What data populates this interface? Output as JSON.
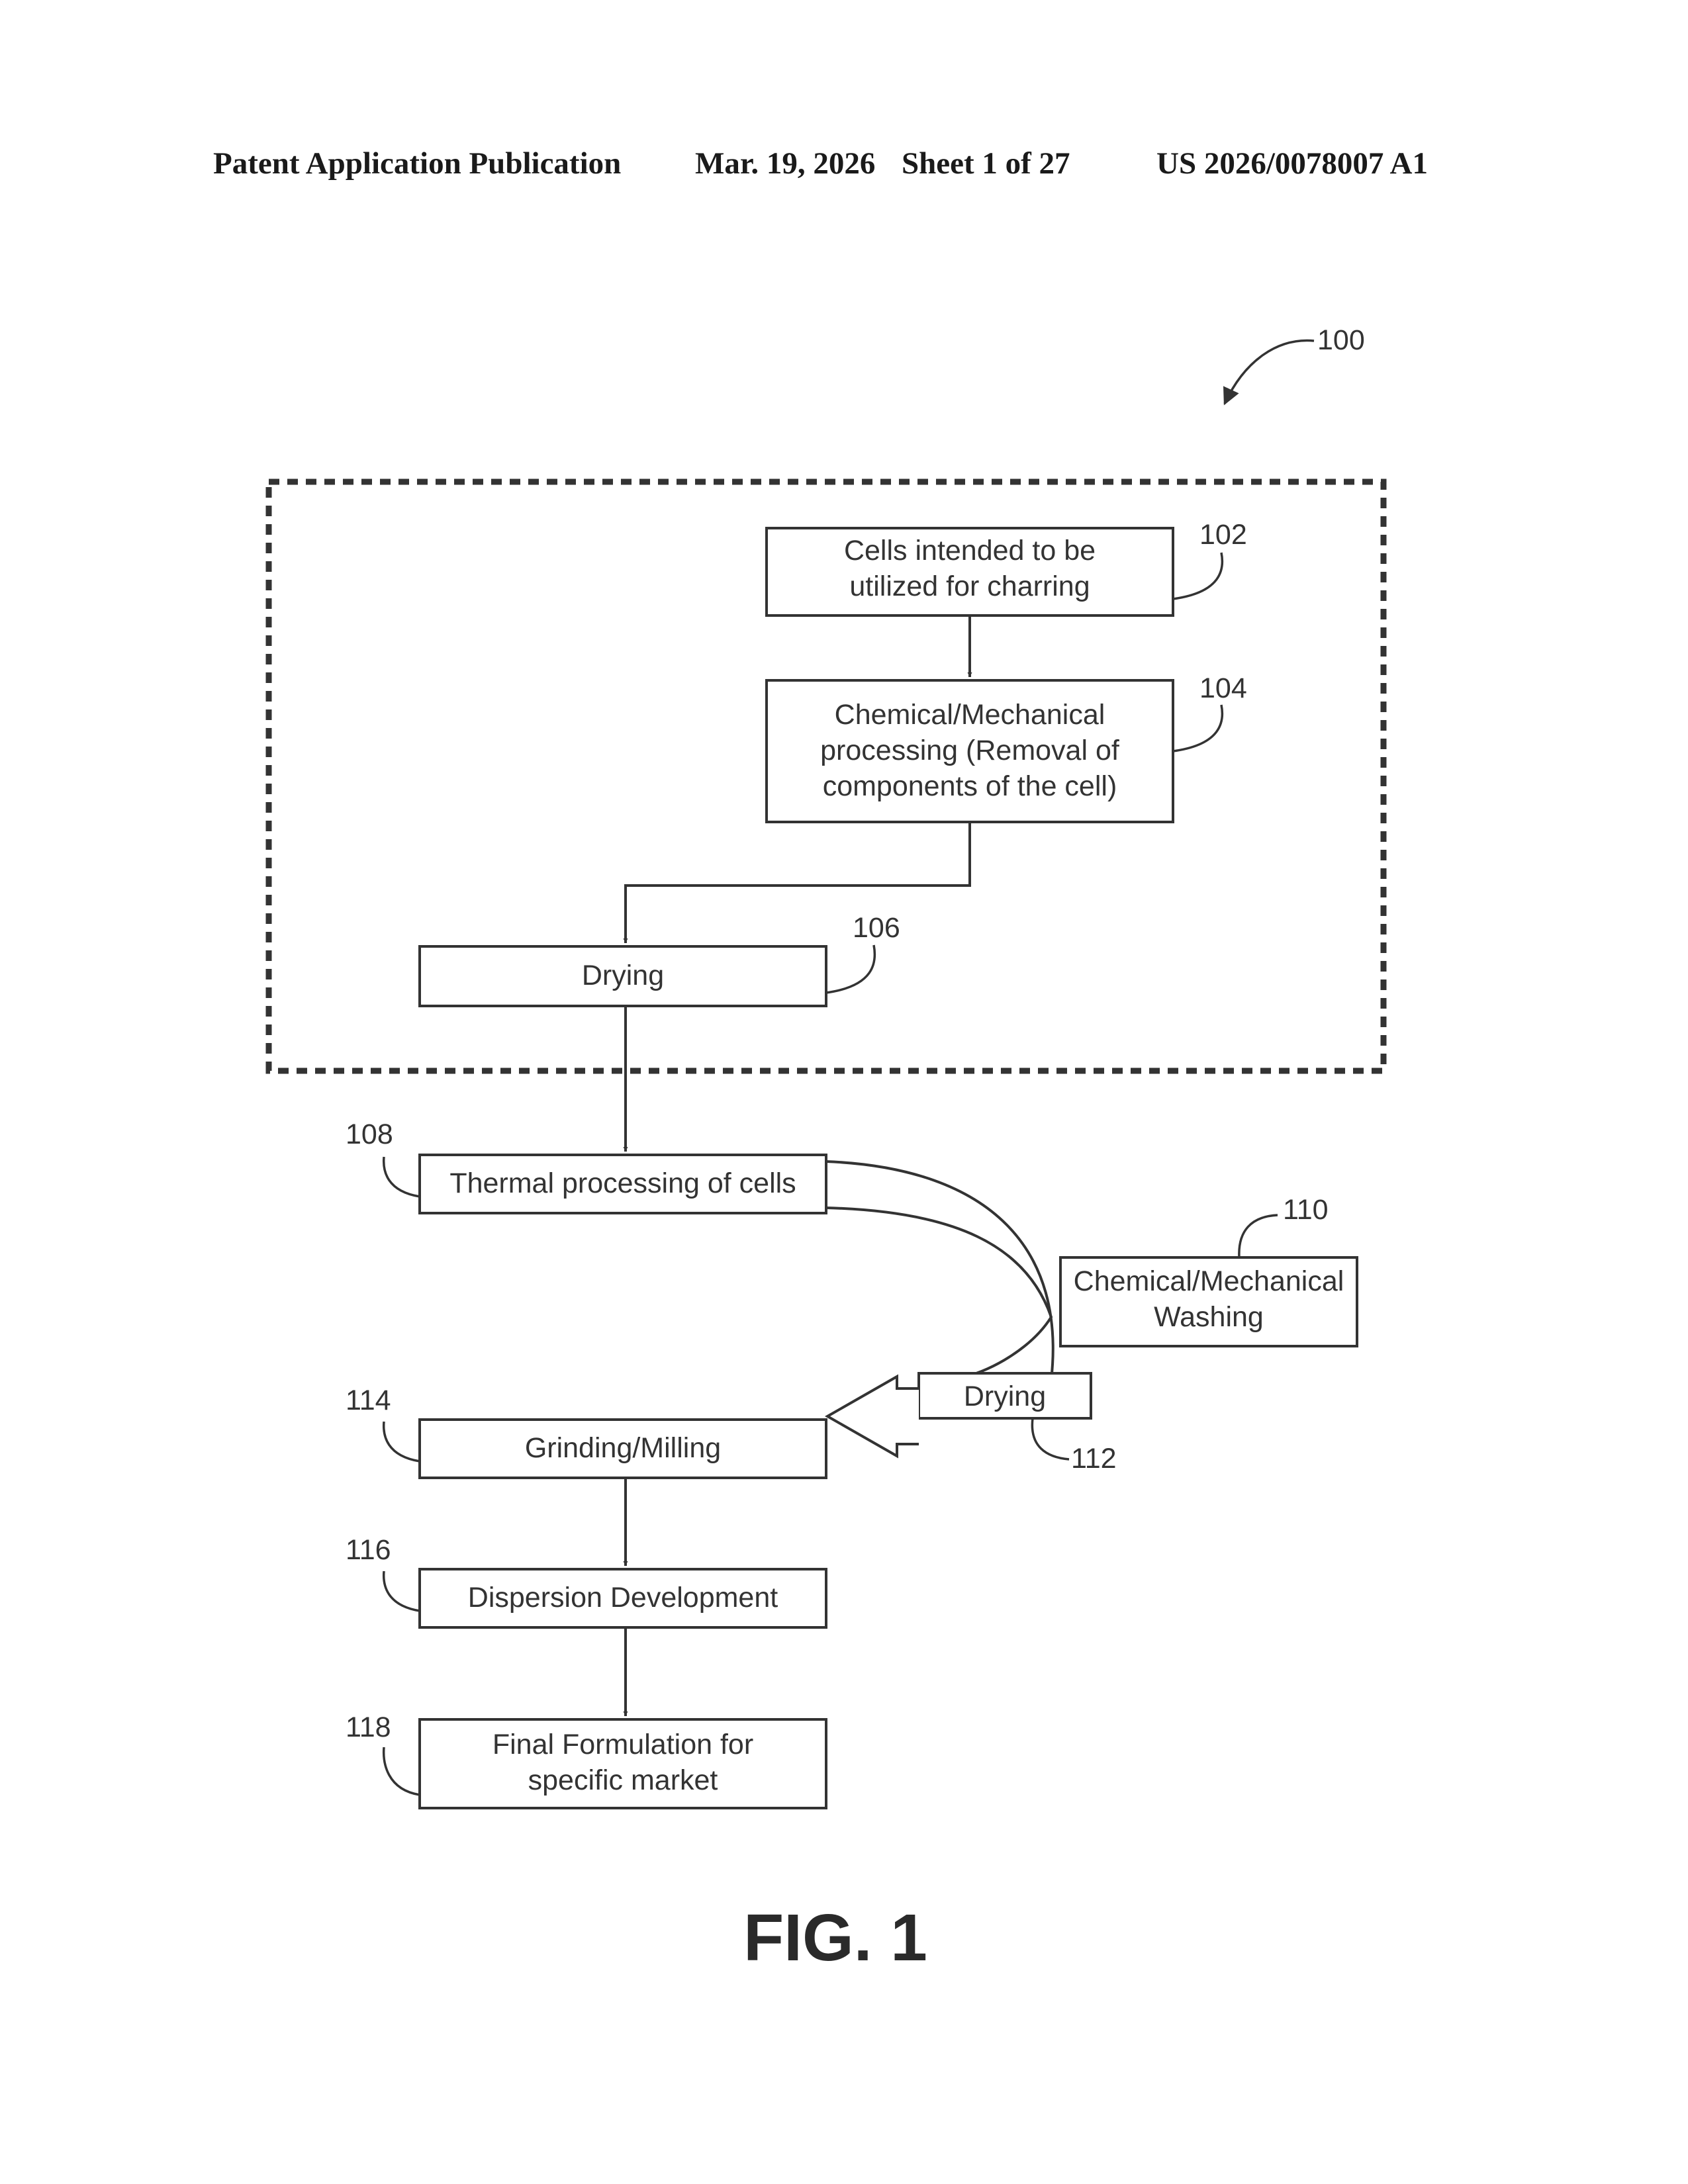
{
  "header": {
    "publication_type": "Patent Application Publication",
    "date": "Mar. 19, 2026",
    "sheet": "Sheet 1 of 27",
    "pub_number": "US 2026/0078007 A1"
  },
  "figure": {
    "ref_overall": "100",
    "caption": "FIG. 1"
  },
  "steps": {
    "s102": {
      "ref": "102",
      "line1": "Cells intended to be",
      "line2": "utilized for charring"
    },
    "s104": {
      "ref": "104",
      "line1": "Chemical/Mechanical",
      "line2": "processing (Removal of",
      "line3": "components of the cell)"
    },
    "s106": {
      "ref": "106",
      "line1": "Drying"
    },
    "s108": {
      "ref": "108",
      "line1": "Thermal processing of cells"
    },
    "s110": {
      "ref": "110",
      "line1": "Chemical/Mechanical",
      "line2": "Washing"
    },
    "s112": {
      "ref": "112",
      "line1": "Drying"
    },
    "s114": {
      "ref": "114",
      "line1": "Grinding/Milling"
    },
    "s116": {
      "ref": "116",
      "line1": "Dispersion Development"
    },
    "s118": {
      "ref": "118",
      "line1": "Final Formulation for",
      "line2": "specific market"
    }
  }
}
